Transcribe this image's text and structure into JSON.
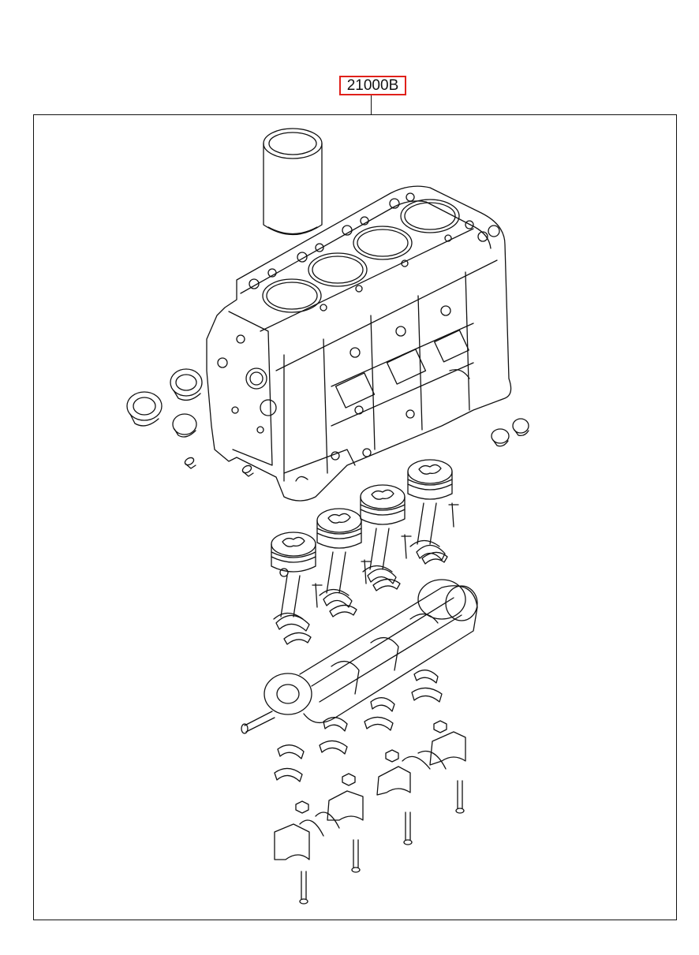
{
  "diagram": {
    "part_number": "21000B"
  },
  "colors": {
    "label_border": "#e0201a",
    "line": "#111111",
    "background": "#ffffff"
  },
  "parts": [
    "cylinder-liner",
    "cylinder-block",
    "camshaft-bushings",
    "pistons",
    "connecting-rods",
    "crankshaft",
    "main-bearings",
    "bearing-caps",
    "bolts"
  ]
}
